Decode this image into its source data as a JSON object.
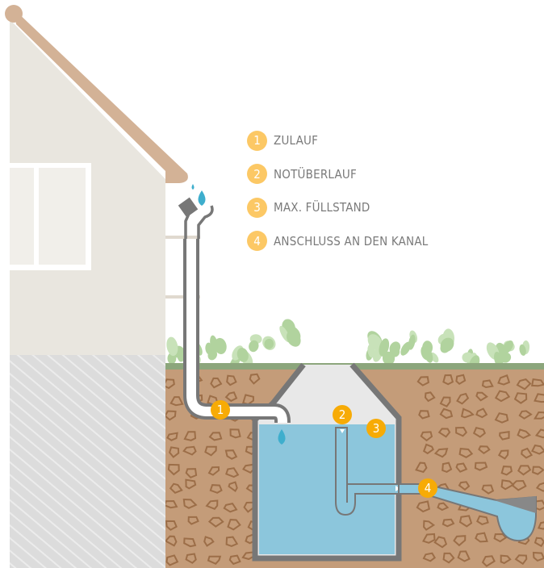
{
  "legend": [
    {
      "number": "1",
      "label": "ZULAUF"
    },
    {
      "number": "2",
      "label": "NOTÜBERLAUF"
    },
    {
      "number": "3",
      "label": "MAX. FÜLLSTAND"
    },
    {
      "number": "4",
      "label": "ANSCHLUSS AN DEN KANAL"
    }
  ],
  "markers": [
    "1",
    "2",
    "3",
    "4"
  ],
  "colors": {
    "wall": "#e9e6df",
    "roof": "#d3b296",
    "soil": "#c49c79",
    "stone": "#9c6e48",
    "grass": "#8ca67c",
    "water": "#8cc6dc",
    "drop": "#3eaecd",
    "pipe": "#777777",
    "marker": "#f7ab06",
    "legend_marker": "#fcc865"
  }
}
